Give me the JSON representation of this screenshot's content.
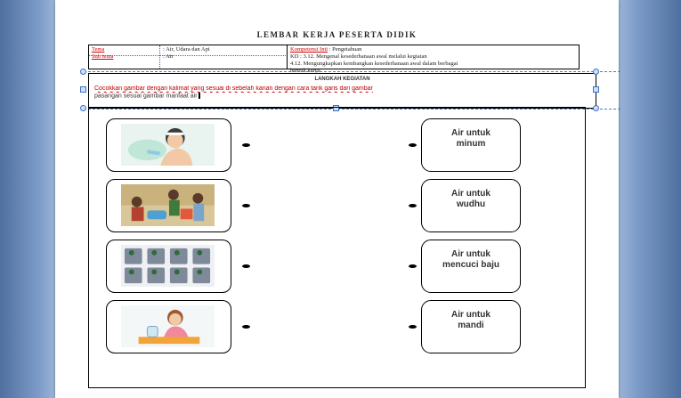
{
  "worksheet": {
    "title": "LEMBAR KERJA PESERTA DIDIK",
    "info": {
      "tema_label": "Tema",
      "tema_value": ": Air, Udara dan Api",
      "subtema_label": "Sub tema",
      "subtema_value": ": Air",
      "kompetensi_label": "Kompetensi Inti",
      "kompetensi_value": ": Pengetahuan",
      "kd_line1": "KD : 3.12. Mengenal kesederhanaan awal melalui kegiatan",
      "kd_line2": "4.12. Mengungkapkan kembangkan kesederhanaan awal dalam berbagai",
      "kd_line3": "bentuk karya"
    },
    "steps": {
      "title": "LANGKAH KEGIATAN",
      "text_line1": "Cocokkan gambar dengan kalimat yang sesuai di sebelah kanan dengan cara tarik garis dari gambar",
      "text_line2": "pasangan sesuai gambar manfaat air"
    },
    "items": [
      {
        "picture": "child-drinking-picture",
        "line1": "Air untuk",
        "line2": "minum"
      },
      {
        "picture": "wudhu-picture",
        "line1": "Air untuk",
        "line2": "wudhu"
      },
      {
        "picture": "washing-clothes-picture",
        "line1": "Air untuk",
        "line2": "mencuci baju"
      },
      {
        "picture": "bathing-picture",
        "line1": "Air untuk",
        "line2": "mandi"
      }
    ]
  }
}
